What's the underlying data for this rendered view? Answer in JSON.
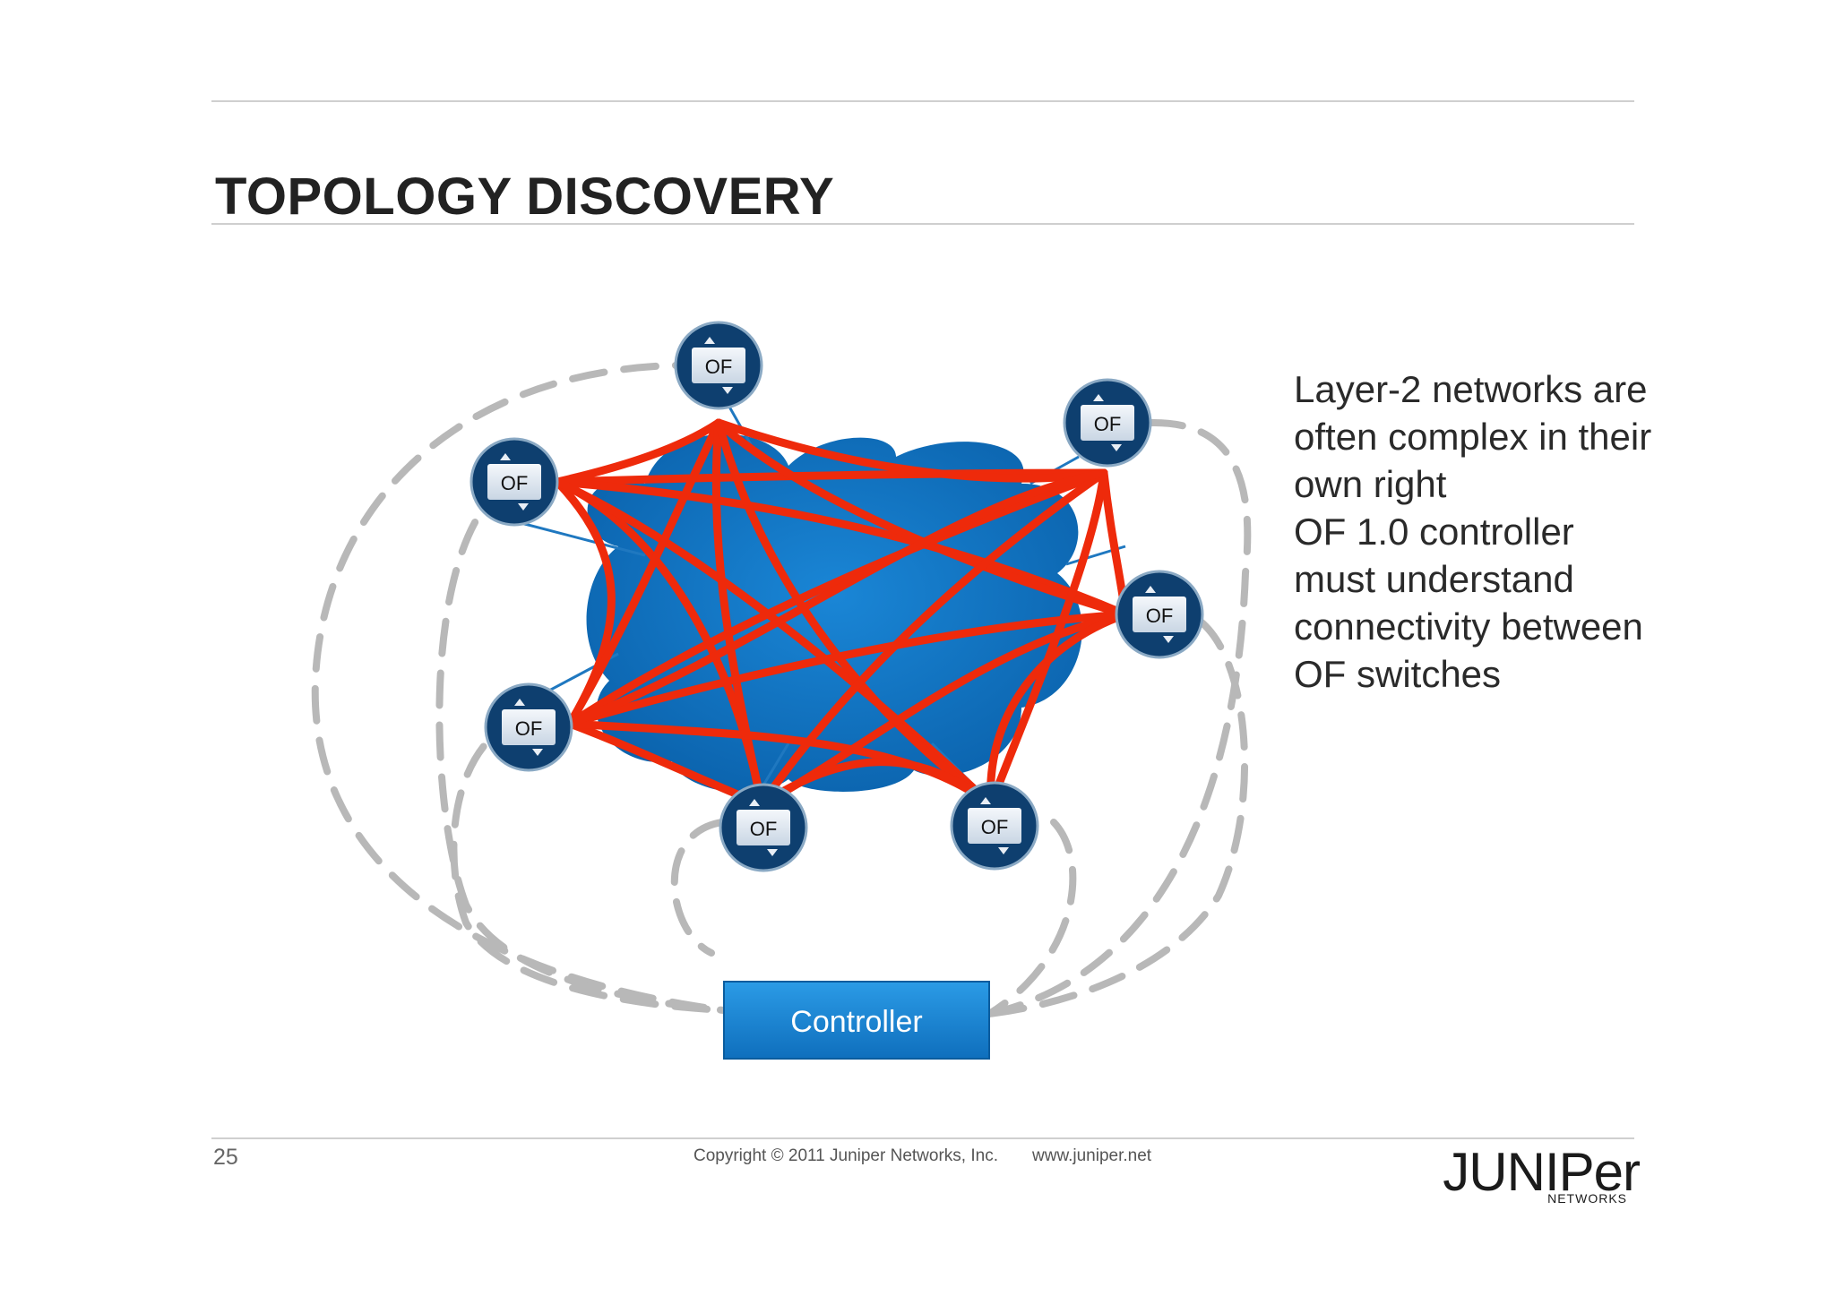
{
  "slide": {
    "title": "TOPOLOGY DISCOVERY",
    "page_number": "25",
    "copyright": "Copyright © 2011 Juniper Networks, Inc.",
    "website": "www.juniper.net"
  },
  "bullets": [
    "Layer-2 networks are",
    "often complex in their",
    "own right",
    "OF 1.0 controller",
    "must understand",
    "connectivity between",
    "OF switches"
  ],
  "diagram": {
    "switch_label": "OF",
    "controller_label": "Controller",
    "colors": {
      "cloud": "#1272c2",
      "switch_ring": "#0e3f6f",
      "flow_links": "#ee2a0b",
      "control_links": "#b8b8b8",
      "controller_box": "#1a87d4"
    }
  },
  "logo": {
    "brand": "JUNIPer",
    "sub": "NETWORKS"
  }
}
